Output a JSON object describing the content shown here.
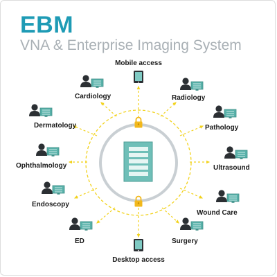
{
  "header": {
    "brand": "EBM",
    "subtitle": "VNA & Enterprise Imaging System"
  },
  "colors": {
    "brand": "#1e9bb5",
    "subtitle": "#a9b0b5",
    "connector": "#f2d21b",
    "lock": "#f2b81b",
    "server": "#6fbfb8",
    "ring": "#c9cfd3",
    "person": "#2b2f33"
  },
  "nodes": {
    "mobile_access": "Mobile access",
    "desktop_access": "Desktop access",
    "cardiology": "Cardiology",
    "radiology": "Radiology",
    "dermatology": "Dermatology",
    "pathology": "Pathology",
    "ophthalmology": "Ophthalmology",
    "ultrasound": "Ultrasound",
    "endoscopy": "Endoscopy",
    "wound_care": "Wound Care",
    "ed": "ED",
    "surgery": "Surgery"
  },
  "icons": {
    "user_workstation": "user-workstation-icon",
    "device": "tablet-icon",
    "lock": "lock-icon",
    "server": "server-icon"
  }
}
